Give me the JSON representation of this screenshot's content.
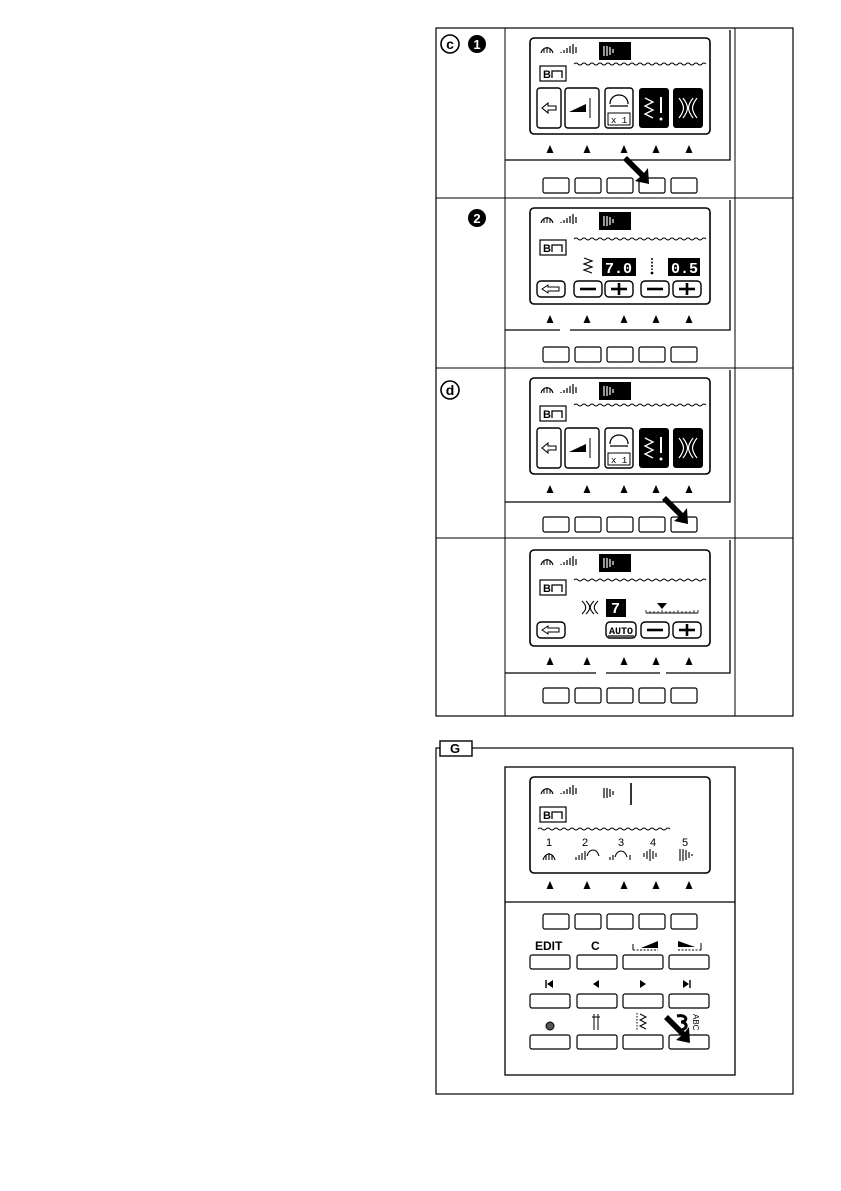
{
  "panels": [
    {
      "label": "c",
      "step": "1"
    },
    {
      "label": "",
      "step": "2"
    },
    {
      "label": "d",
      "step": ""
    },
    {
      "label": "",
      "step": ""
    }
  ],
  "width_value": "7.0",
  "length_value": "0.5",
  "density_value": "7",
  "auto_label": "AUTO",
  "x1_label": "x 1",
  "foot_label": "B",
  "group_label": "G",
  "pattern_numbers": [
    "1",
    "2",
    "3",
    "4",
    "5"
  ],
  "keys": {
    "edit": "EDIT",
    "clear": "C",
    "abc": "ABC"
  }
}
